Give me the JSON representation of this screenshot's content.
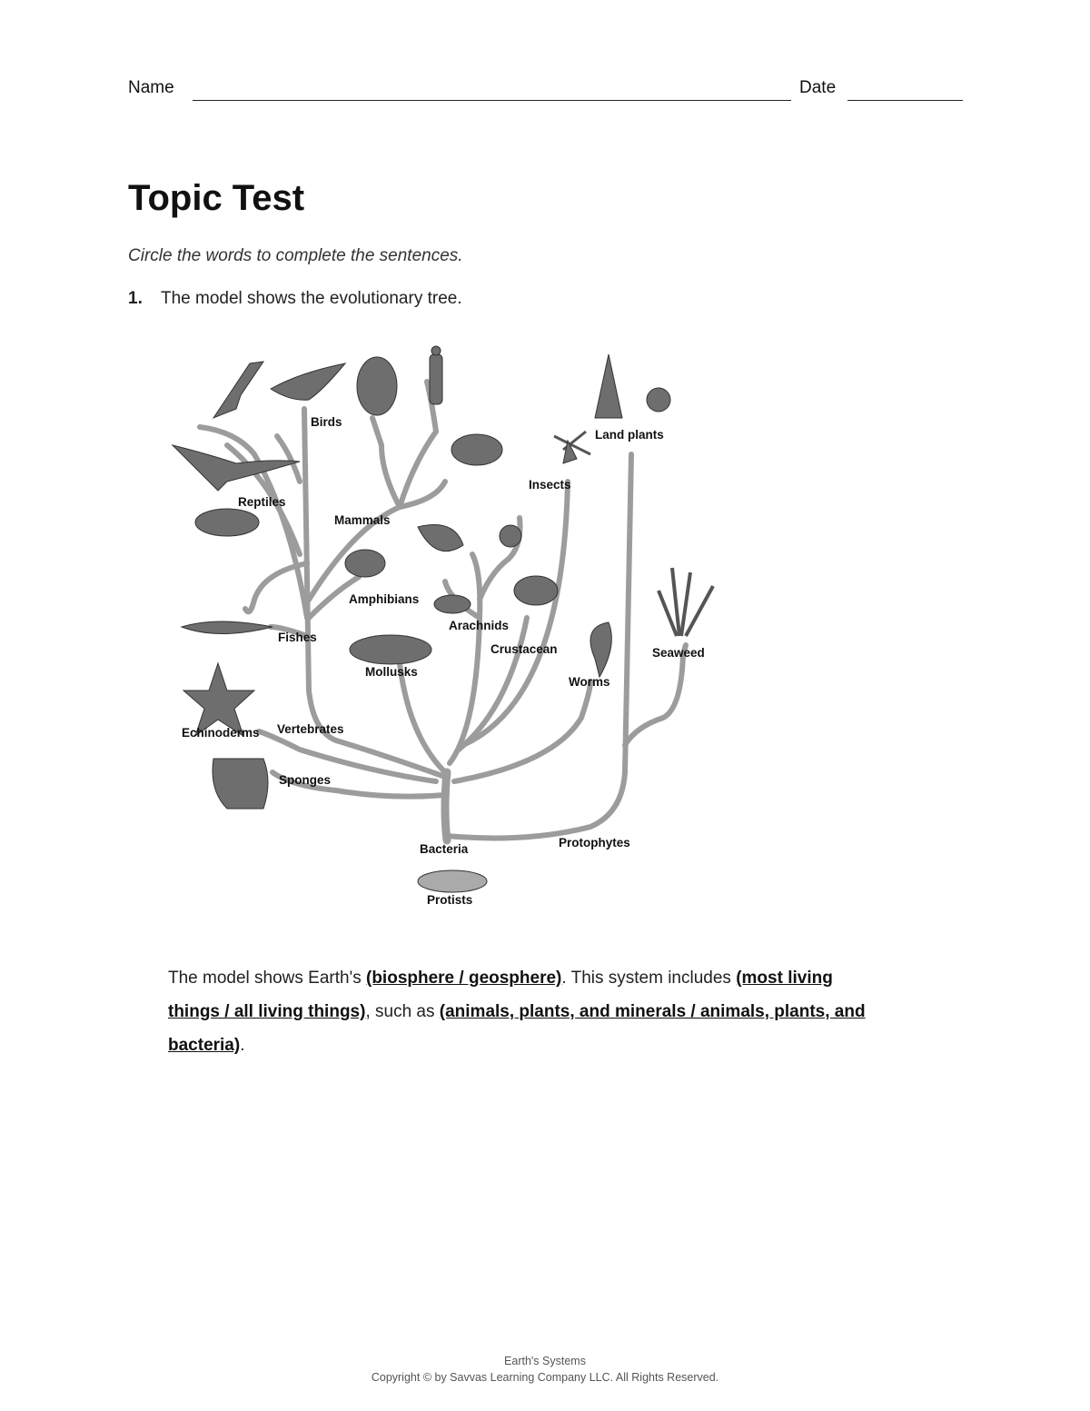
{
  "header": {
    "name_label": "Name",
    "date_label": "Date"
  },
  "title": "Topic Test",
  "instructions": "Circle the words to complete the sentences.",
  "question": {
    "number": "1.",
    "prompt": "The model shows the evolutionary tree."
  },
  "diagram": {
    "labels": {
      "birds": "Birds",
      "land_plants": "Land plants",
      "insects": "Insects",
      "reptiles": "Reptiles",
      "mammals": "Mammals",
      "amphibians": "Amphibians",
      "arachnids": "Arachnids",
      "fishes": "Fishes",
      "crustacean": "Crustacean",
      "seaweed": "Seaweed",
      "mollusks": "Mollusks",
      "worms": "Worms",
      "echinoderms": "Echinoderms",
      "vertebrates": "Vertebrates",
      "sponges": "Sponges",
      "bacteria": "Bacteria",
      "protophytes": "Protophytes",
      "protists": "Protists"
    }
  },
  "sentence": {
    "part1": "The model shows Earth's ",
    "choice1": "(biosphere / geosphere)",
    "part2": ". This system includes ",
    "choice2": "(most living things / all living things)",
    "part3": ", such as ",
    "choice3": "(animals, plants, and minerals / animals, plants, and bacteria)",
    "part4": "."
  },
  "footer": {
    "line1": "Earth's Systems",
    "line2": "Copyright © by Savvas Learning Company LLC. All Rights Reserved."
  }
}
